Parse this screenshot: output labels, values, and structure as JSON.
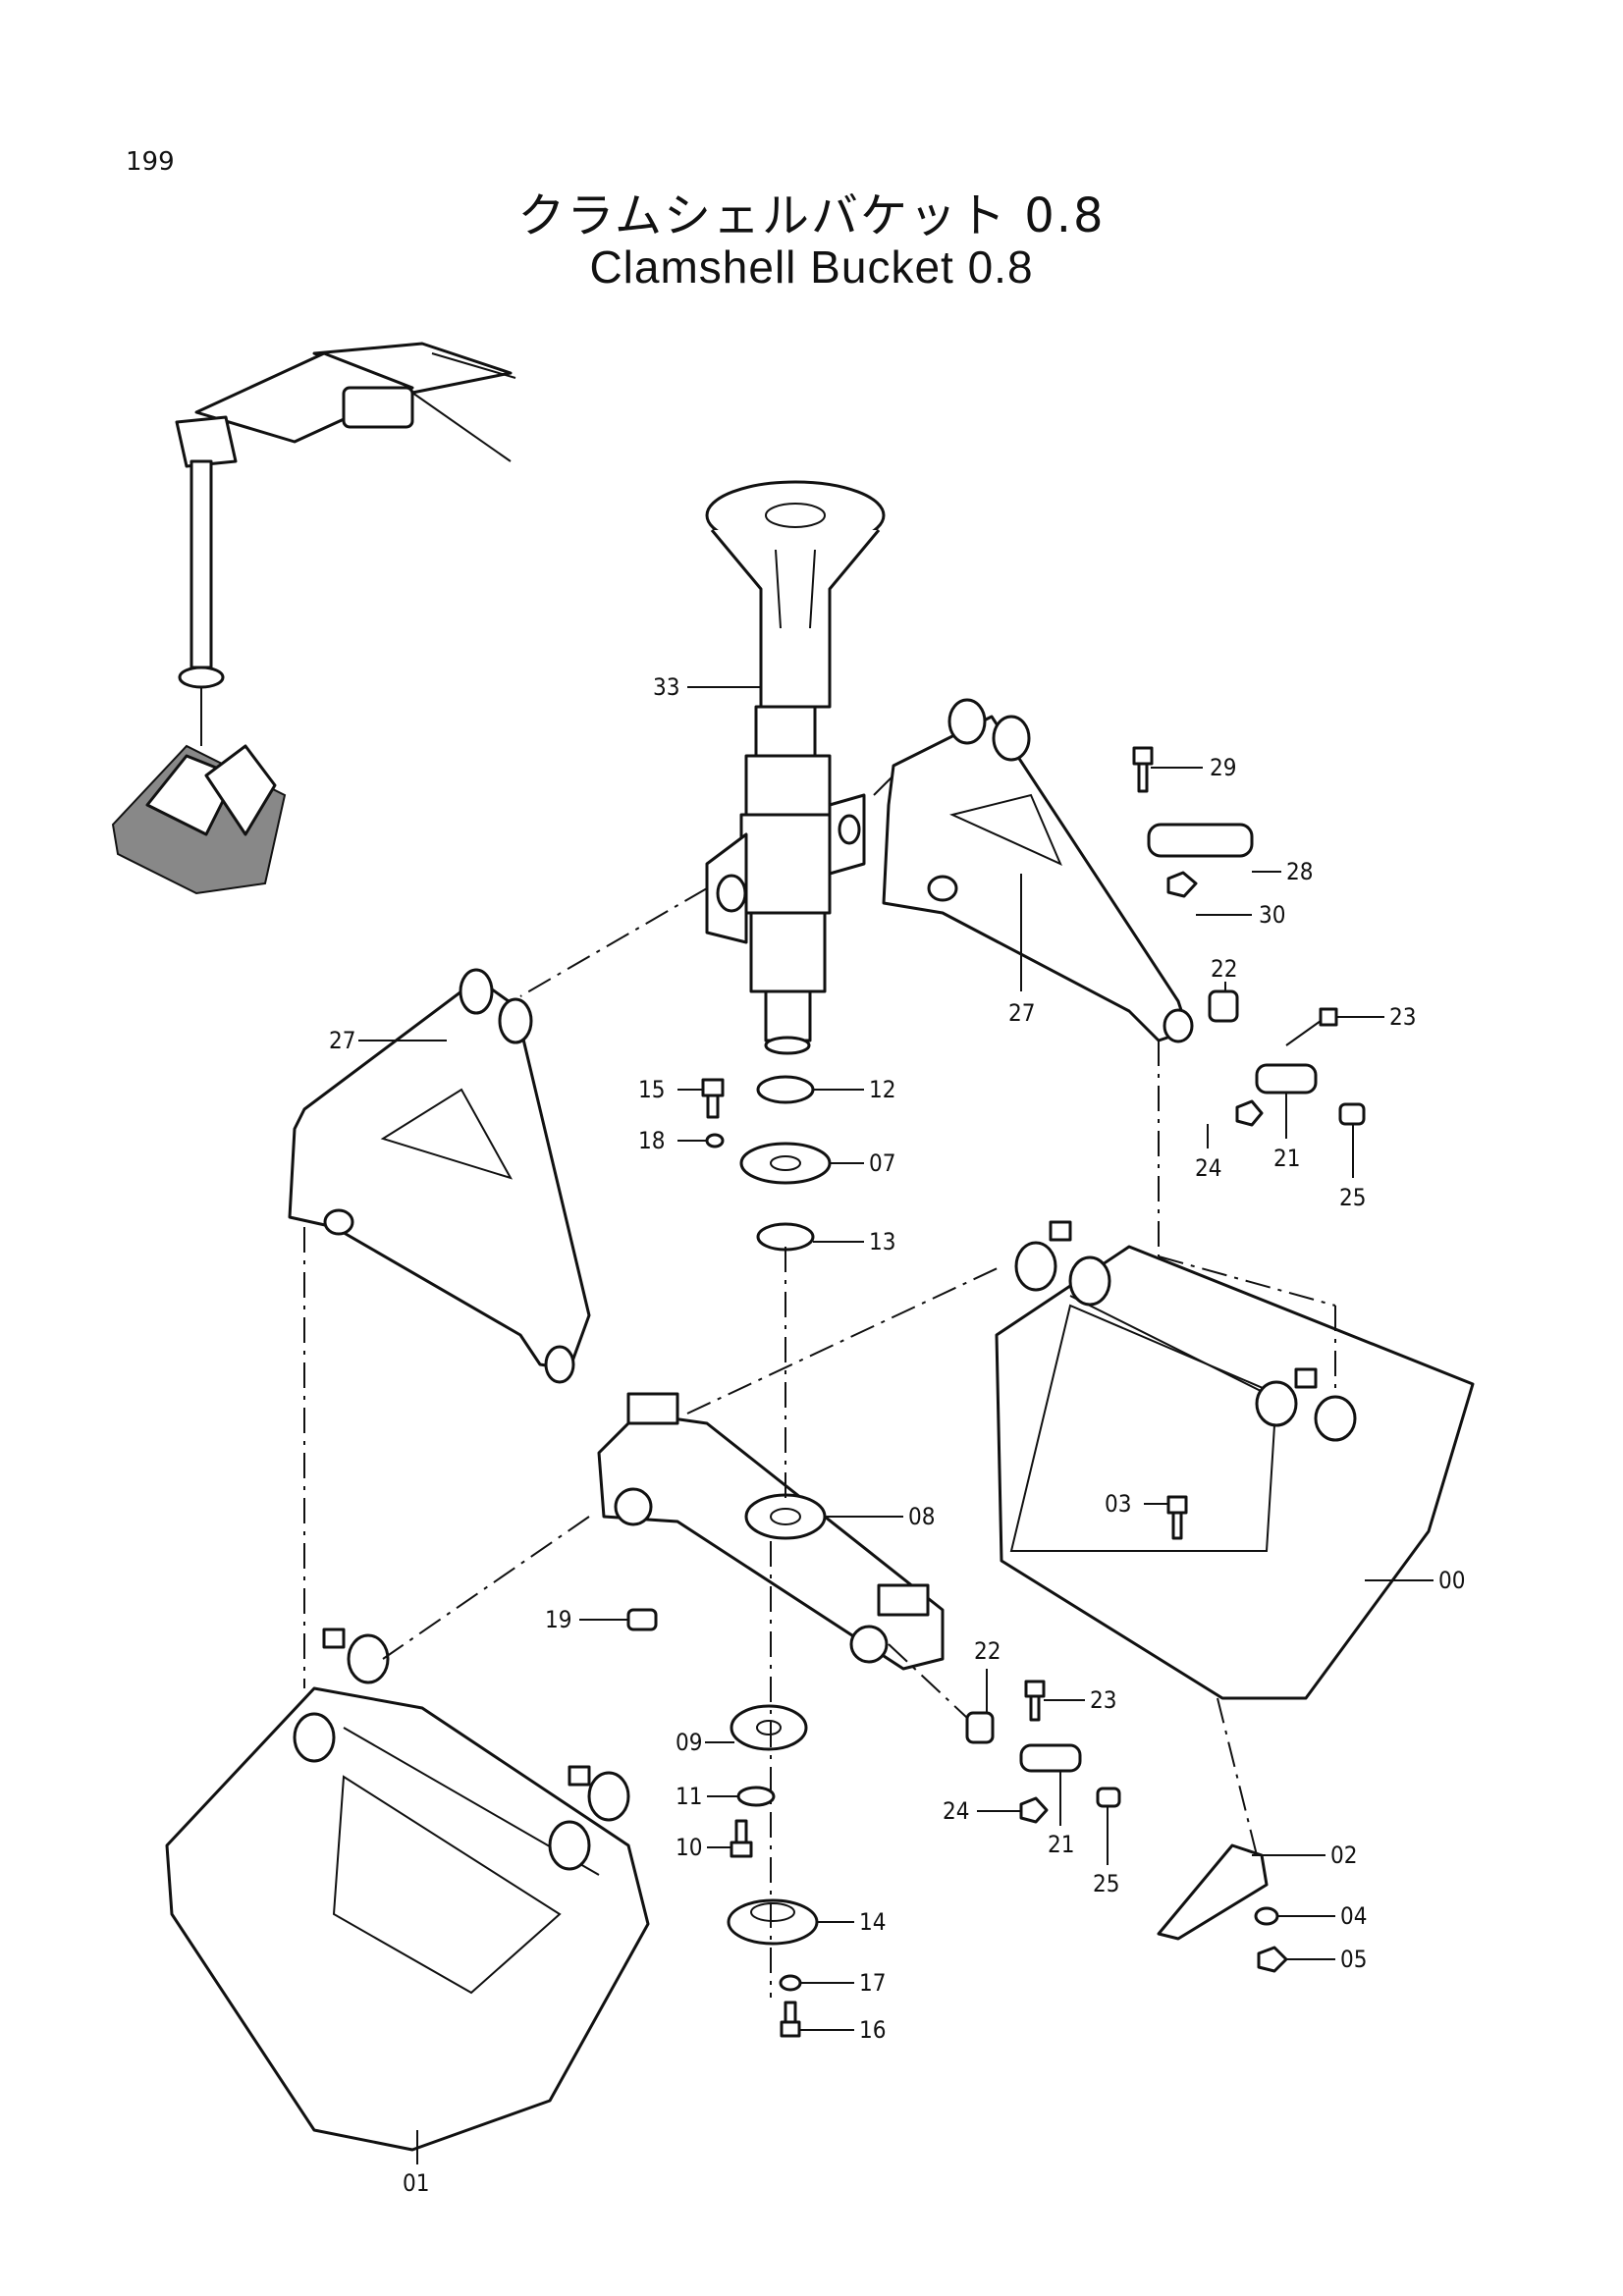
{
  "page_number": "199",
  "title_jp": "クラムシェルバケット 0.8",
  "title_en": "Clamshell Bucket 0.8",
  "callouts": {
    "c33": "33",
    "c29": "29",
    "c28": "28",
    "c30": "30",
    "c27a": "27",
    "c27b": "27",
    "c22a": "22",
    "c23a": "23",
    "c21a": "21",
    "c24a": "24",
    "c25a": "25",
    "c15": "15",
    "c12": "12",
    "c18": "18",
    "c07": "07",
    "c13": "13",
    "c08": "08",
    "c03": "03",
    "c00": "00",
    "c19": "19",
    "c22b": "22",
    "c23b": "23",
    "c09": "09",
    "c11": "11",
    "c10": "10",
    "c24b": "24",
    "c21b": "21",
    "c25b": "25",
    "c14": "14",
    "c17": "17",
    "c16": "16",
    "c02": "02",
    "c04": "04",
    "c05": "05",
    "c01": "01"
  }
}
